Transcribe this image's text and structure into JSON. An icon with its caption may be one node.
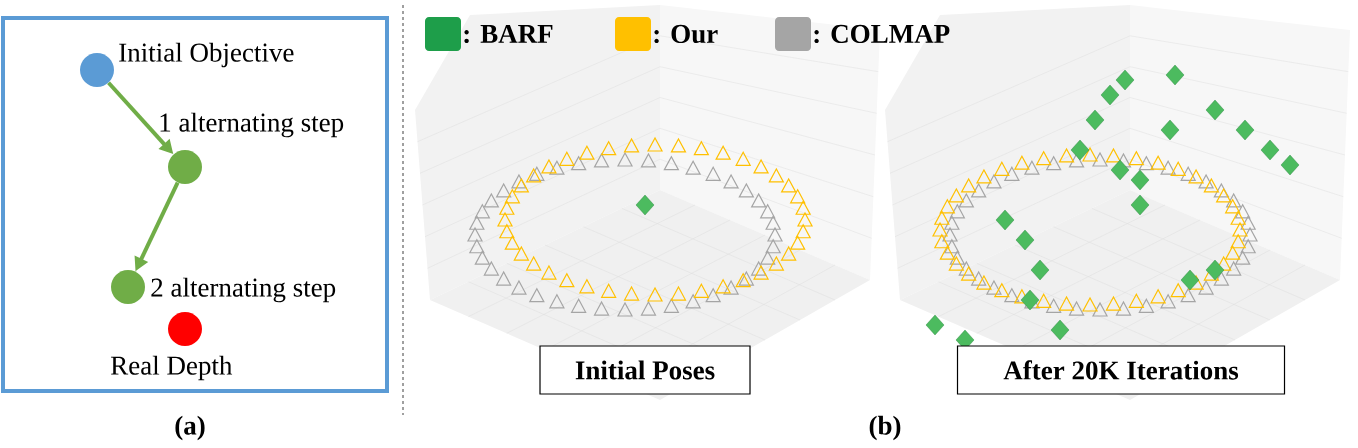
{
  "diagram": {
    "nodes": [
      {
        "text": [],
        "shape": "circle",
        "beside": [
          "Initial Objective"
        ]
      },
      {
        "text": [],
        "shape": "circle",
        "beside": [
          "1 alternating step"
        ]
      },
      {
        "text": [],
        "shape": "circle",
        "beside": [
          "2 alternating step"
        ]
      },
      {
        "text": [],
        "shape": "circle",
        "beside": [
          "Real Depth"
        ]
      },
      {
        "text": [
          "Initial Poses"
        ]
      },
      {
        "text": [
          "After 20K Iterations"
        ]
      }
    ],
    "edges": [
      {
        "from": 0,
        "to": 1,
        "arrow": "to"
      },
      {
        "from": 1,
        "to": 2,
        "arrow": "to"
      }
    ],
    "labels": [
      "(a)",
      "(b)"
    ],
    "legend": [
      {
        "text": ": BARF",
        "color": "#1e9e4a"
      },
      {
        "text": ": Our",
        "color": "#ffc000"
      },
      {
        "text": ": COLMAP",
        "color": "#a5a5a5"
      }
    ]
  }
}
